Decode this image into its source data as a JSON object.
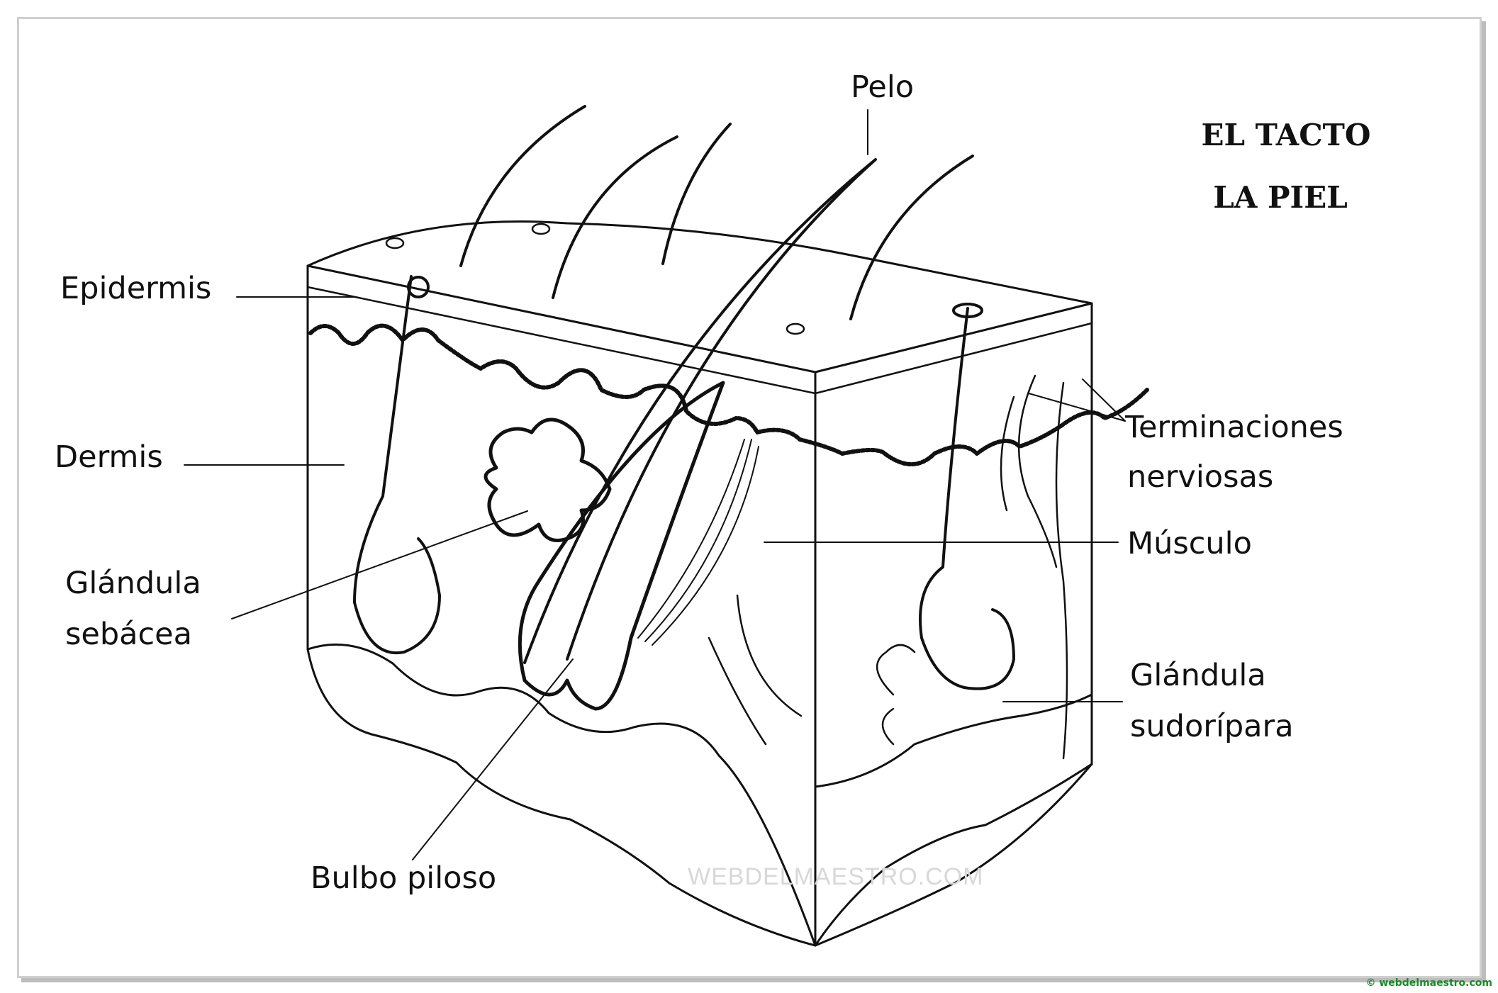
{
  "title": {
    "line1": "EL TACTO",
    "line2": "LA PIEL"
  },
  "labels": {
    "pelo": "Pelo",
    "epidermis": "Epidermis",
    "dermis": "Dermis",
    "glandula_sebacea": [
      "Glándula",
      "sebácea"
    ],
    "bulbo_piloso": "Bulbo piloso",
    "terminaciones_nerviosas": [
      "Terminaciones",
      "nerviosas"
    ],
    "musculo": "Músculo",
    "glandula_sudoripara": [
      "Glándula",
      "sudorípara"
    ]
  },
  "watermark": "WEBDELMAESTRO.COM",
  "copyright": "© webdelmaestro.com",
  "colors": {
    "ink": "#111111",
    "copyright": "#1a8a2a",
    "frame": "#cfcfcf"
  }
}
